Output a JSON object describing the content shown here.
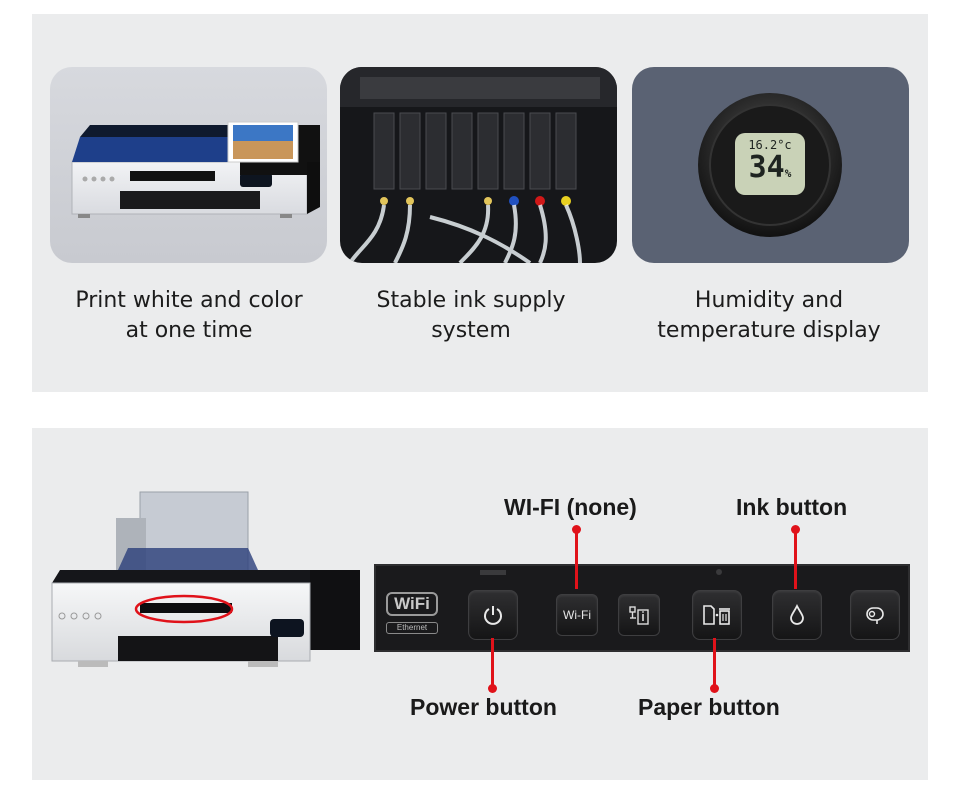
{
  "features": [
    {
      "line1": "Print white and color",
      "line2": "at one time",
      "image": "printer-photo"
    },
    {
      "line1": "Stable ink supply",
      "line2": "system",
      "image": "ink-cartridges-photo"
    },
    {
      "line1": "Humidity and",
      "line2": "temperature display",
      "image": "hygrometer-photo"
    }
  ],
  "hygrometer": {
    "temperature": "16.2°c",
    "humidity": "34",
    "unit": "%"
  },
  "controls": {
    "wifi_label": "WI-FI (none)",
    "ink_label": "Ink button",
    "power_label": "Power button",
    "paper_label": "Paper button",
    "wifi_logo": "WiFi",
    "ethernet_text": "Ethernet",
    "wifi_button_text": "Wi-Fi"
  },
  "colors": {
    "panel": "#ebeced",
    "callout": "#e0121a",
    "strip": "#1a1a1c"
  },
  "icons": [
    "power-icon",
    "network-info-icon",
    "paper-cut-icon",
    "ink-drop-icon",
    "paper-roll-icon"
  ]
}
